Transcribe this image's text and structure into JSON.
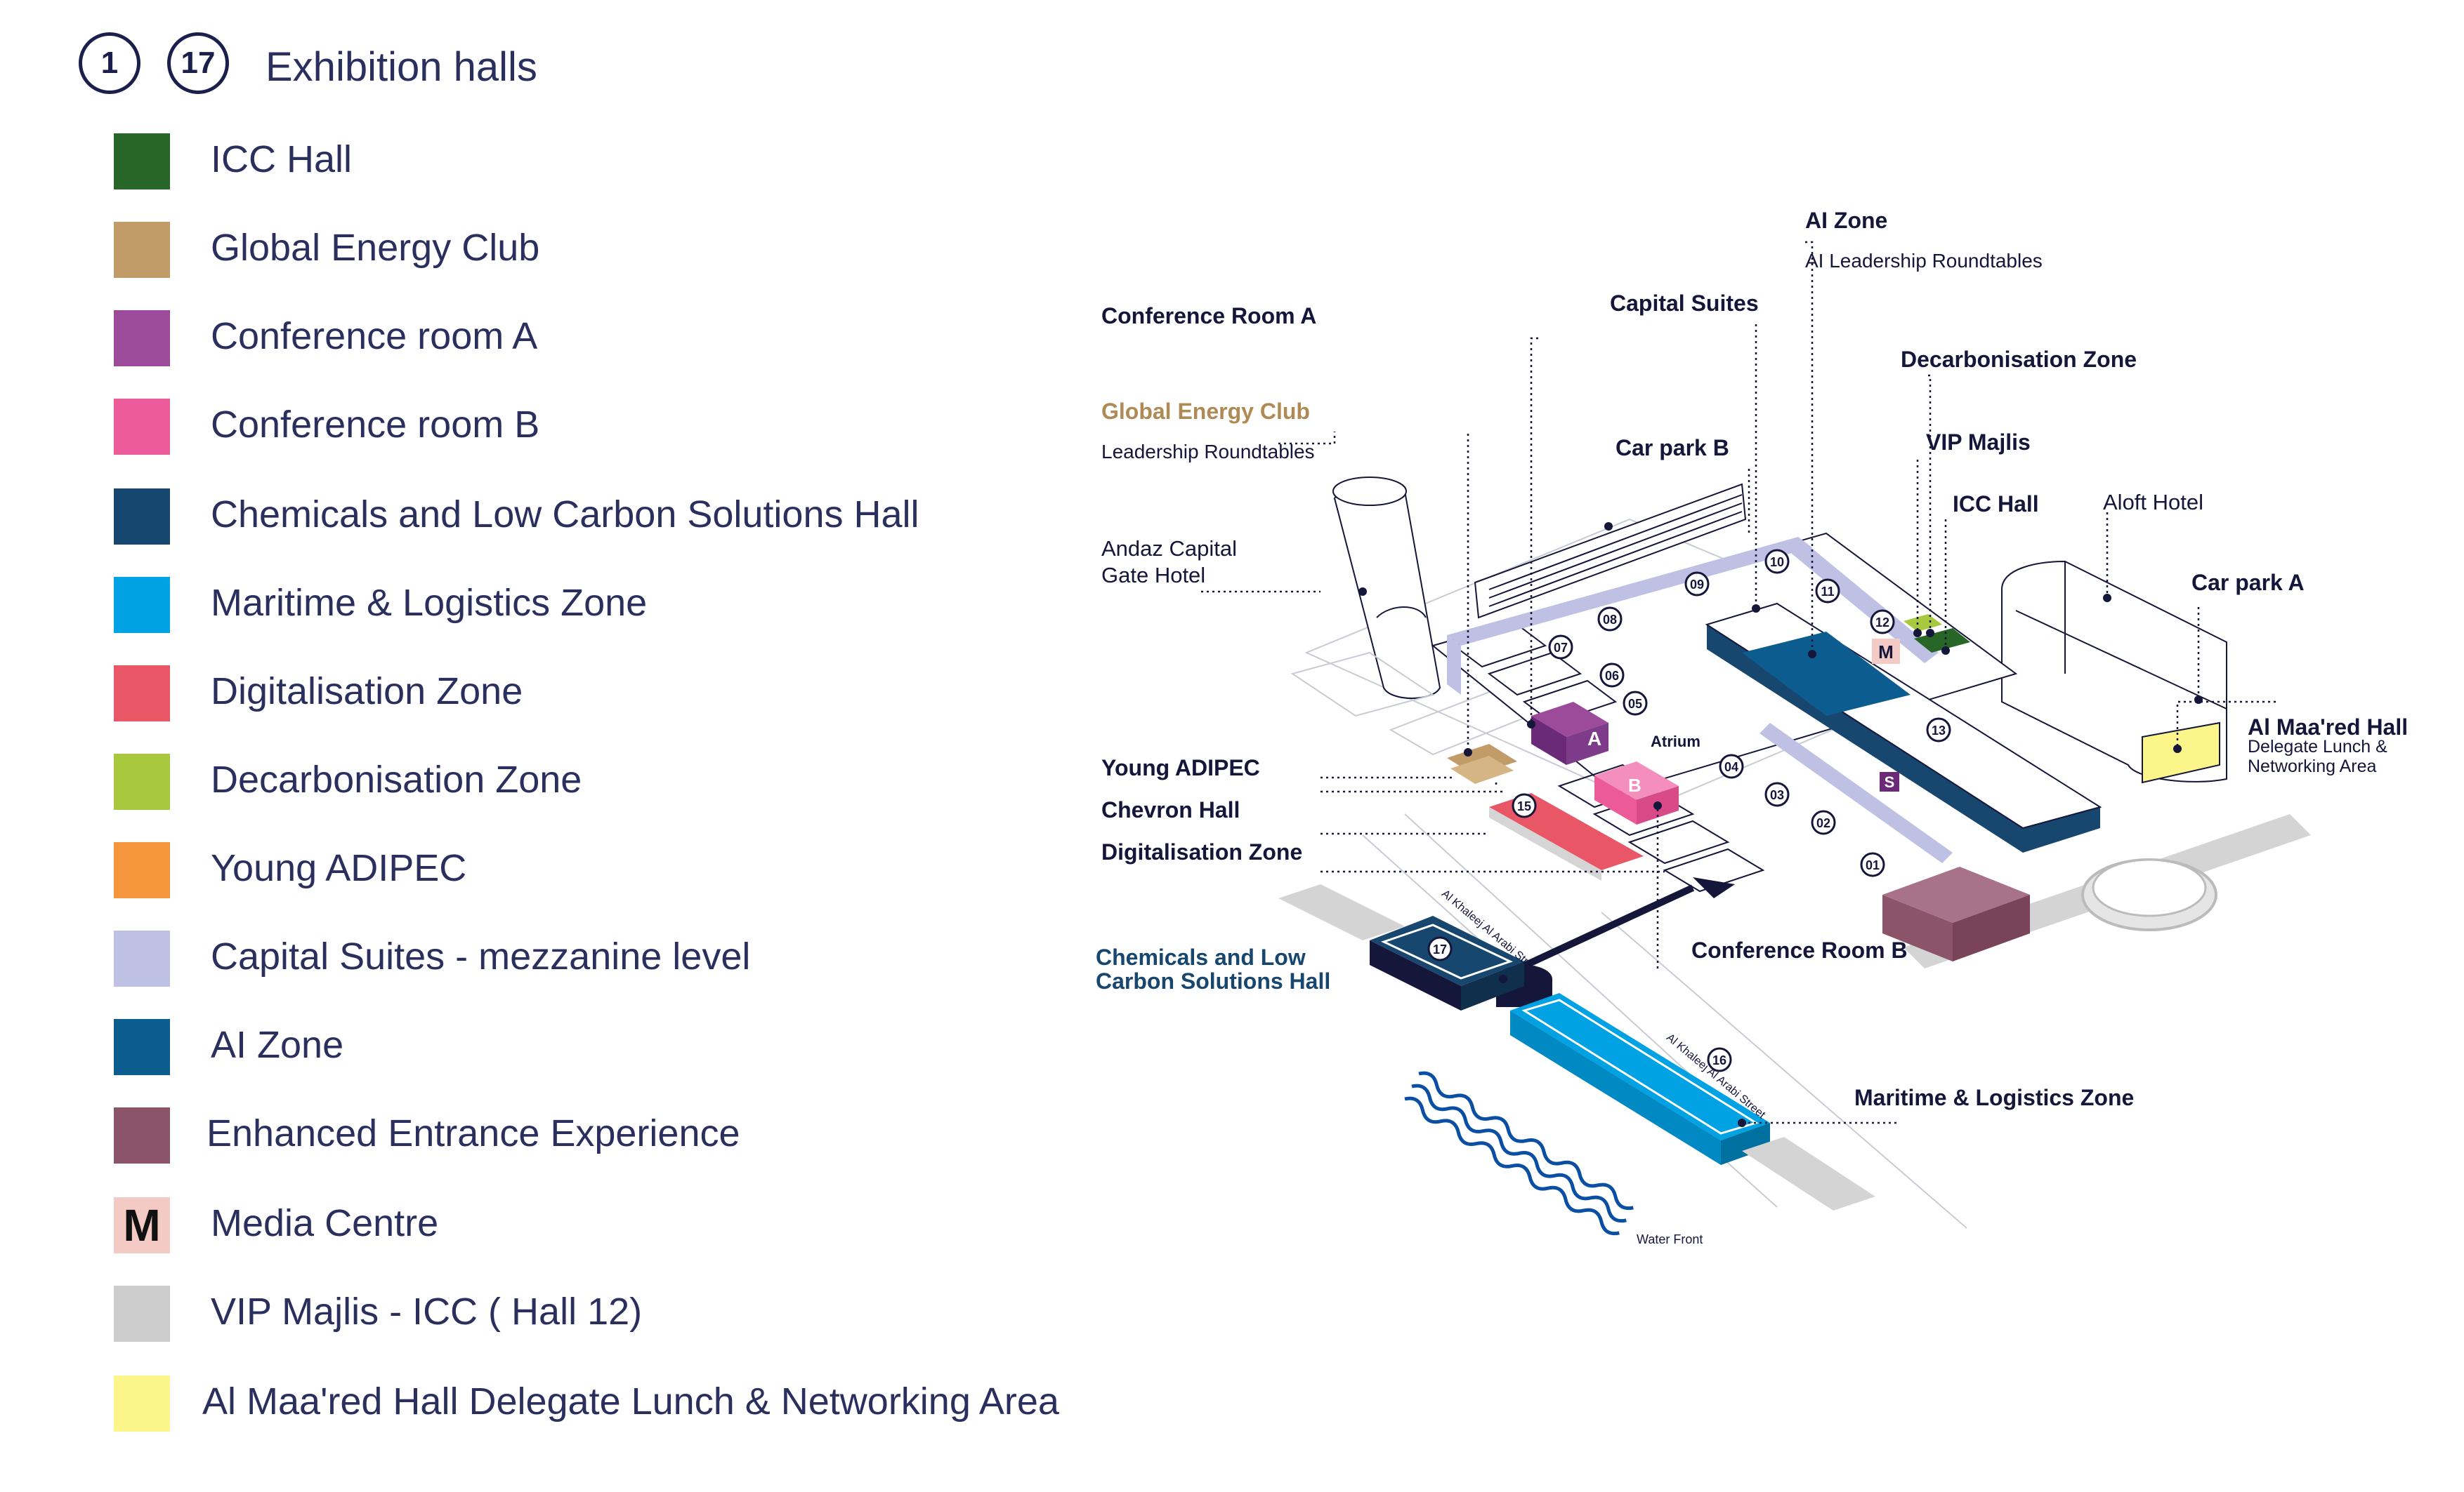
{
  "legend": {
    "hall_numbers": [
      "1",
      "17"
    ],
    "heading": "Exhibition halls",
    "items": [
      {
        "label": "ICC Hall",
        "color": "#276626"
      },
      {
        "label": "Global Energy Club",
        "color": "#c29c68"
      },
      {
        "label": "Conference room A",
        "color": "#9c4a9a"
      },
      {
        "label": "Conference room B",
        "color": "#ec5a99"
      },
      {
        "label": "Chemicals and Low Carbon Solutions Hall",
        "color": "#17466e"
      },
      {
        "label": "Maritime & Logistics  Zone",
        "color": "#00a2e3"
      },
      {
        "label": "Digitalisation Zone",
        "color": "#e95766"
      },
      {
        "label": "Decarbonisation Zone",
        "color": "#a8c93d"
      },
      {
        "label": "Young ADIPEC",
        "color": "#f6963c"
      },
      {
        "label": "Capital Suites - mezzanine level",
        "color": "#bfc1e4"
      },
      {
        "label": "AI Zone",
        "color": "#0d5c8f"
      },
      {
        "label": "Enhanced Entrance Experience",
        "color": "#8c5468"
      },
      {
        "label": "Media Centre",
        "color": "#f4cbc4",
        "glyph": "M"
      },
      {
        "label": "VIP Majlis - ICC ( Hall 12)",
        "color": "#cccccc"
      },
      {
        "label": "Al Maa'red Hall Delegate Lunch & Networking Area",
        "color": "#fcf58a"
      }
    ]
  },
  "map": {
    "labels": {
      "ai_zone": "AI Zone",
      "ai_zone_sub": "AI Leadership Roundtables",
      "capital_suites": "Capital Suites",
      "conference_room_a": "Conference Room A",
      "decarbonisation_zone": "Decarbonisation Zone",
      "global_energy_club": "Global Energy Club",
      "leadership_roundtables": "Leadership  Roundtables",
      "car_park_b": "Car park B",
      "vip_majlis": "VIP Majlis",
      "icc_hall": "ICC Hall",
      "aloft_hotel": "Aloft Hotel",
      "car_park_a": "Car park A",
      "andaz_line1": "Andaz Capital",
      "andaz_line2": "Gate Hotel",
      "al_maared_hall": "Al Maa'red Hall",
      "al_maared_sub1": "Delegate Lunch &",
      "al_maared_sub2": "Networking Area",
      "young_adipec": "Young ADIPEC",
      "chevron_hall": "Chevron Hall",
      "digitalisation_zone": "Digitalisation Zone",
      "chemicals_line1": "Chemicals and Low",
      "chemicals_line2": "Carbon Solutions Hall",
      "conference_room_b": "Conference Room B",
      "maritime_zone": "Maritime & Logistics Zone",
      "atrium": "Atrium",
      "street_1": "Al Khaleej Al Arabi Street",
      "street_2": "Al Khaleej Al Arabi Street",
      "water_front": "Water Front"
    },
    "hall_markers": [
      "01",
      "02",
      "03",
      "04",
      "05",
      "06",
      "07",
      "08",
      "09",
      "10",
      "11",
      "12",
      "13",
      "15",
      "16",
      "17"
    ],
    "room_letters": {
      "a": "A",
      "b": "B",
      "s": "S",
      "m": "M"
    },
    "colors": {
      "navy": "#14163a",
      "icc": "#276626",
      "gec": "#c29c68",
      "conf_a": "#6b2a78",
      "conf_b": "#ec5a99",
      "chemicals": "#17466e",
      "maritime": "#00a2e3",
      "digital": "#e95766",
      "decarb": "#a8c93d",
      "capital": "#bfc1e4",
      "ai": "#0d5c8f",
      "entrance": "#8c5468",
      "media": "#f4cbc4",
      "vip": "#cccccc",
      "maared": "#fcf58a"
    }
  }
}
